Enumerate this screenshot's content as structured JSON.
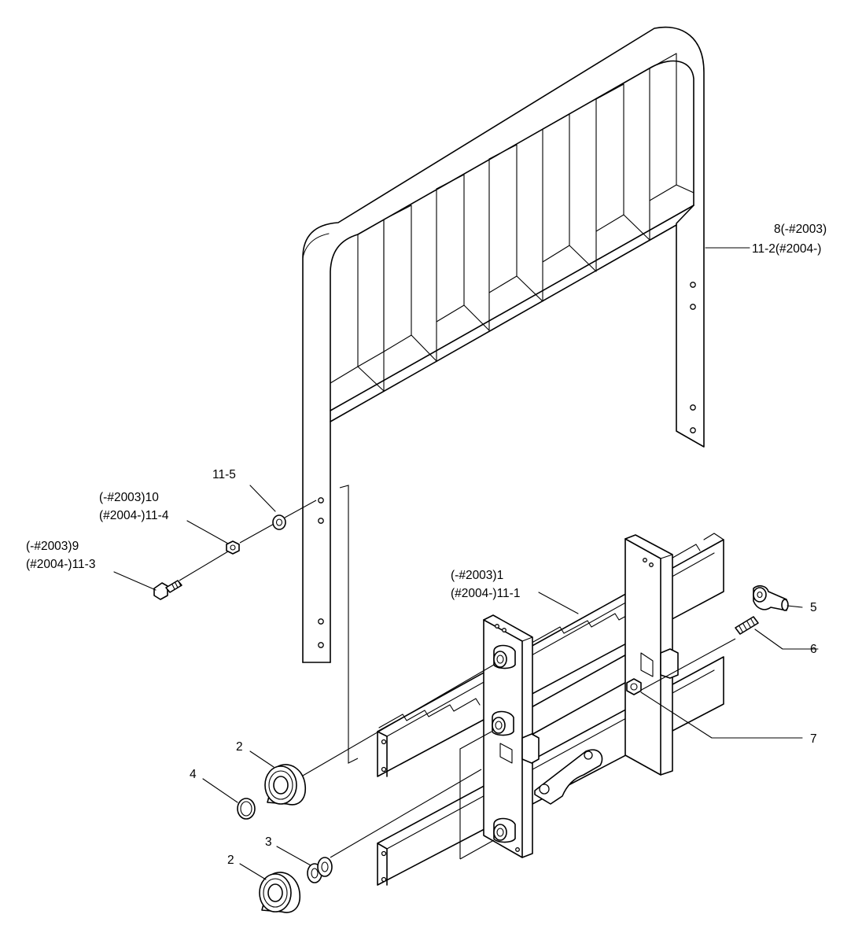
{
  "labels": {
    "backrest_a": "8(-#2003)",
    "backrest_b": "11-2(#2004-)",
    "washer": "11-5",
    "nut_a": "(-#2003)10",
    "nut_b": "(#2004-)11-4",
    "bolt_a": "(-#2003)9",
    "bolt_b": "(#2004-)11-3",
    "carriage_a": "(-#2003)1",
    "carriage_b": "(#2004-)11-1",
    "pin": "5",
    "stud": "6",
    "lock_nut": "7",
    "roller_upper": "2",
    "snap_ring": "4",
    "shim": "3",
    "roller_lower": "2"
  },
  "colors": {
    "line": "#000000",
    "background": "#ffffff"
  }
}
